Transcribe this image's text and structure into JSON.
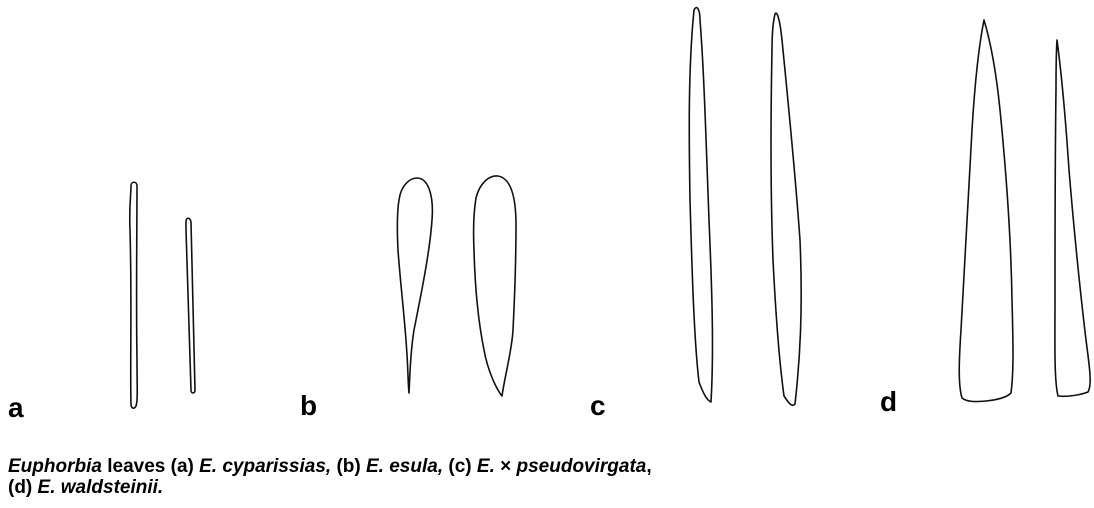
{
  "figure": {
    "panels": [
      {
        "label": "a",
        "taxon": "E. cyparissias"
      },
      {
        "label": "b",
        "taxon": "E. esula"
      },
      {
        "label": "c",
        "taxon": "E. × pseudovirgata"
      },
      {
        "label": "d",
        "taxon": "E. waldsteinii"
      }
    ],
    "line_color": "#111111"
  },
  "caption": {
    "genus": "Euphorbia",
    "text_1": " leaves (a) ",
    "taxon_a": "E. cyparissias,",
    "text_2": " (b) ",
    "taxon_b": "E. esula,",
    "text_3": " (c) ",
    "taxon_c_prefix": "E.",
    "times_sign": " × ",
    "taxon_c_epithet": "pseudovirgata",
    "text_4": ",",
    "text_5": "(d) ",
    "taxon_d": "E. waldsteinii."
  }
}
